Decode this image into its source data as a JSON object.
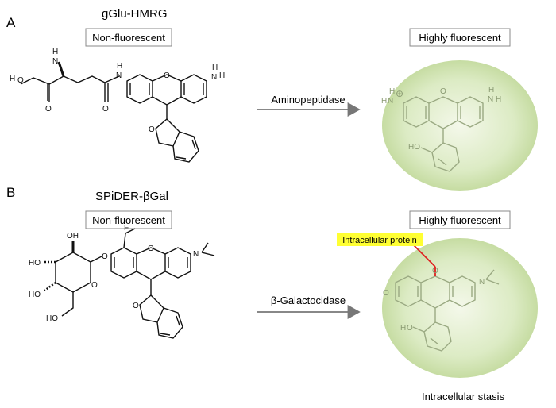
{
  "panels": [
    {
      "letter": "A",
      "probe_name": "gGlu-HMRG",
      "before_state": "Non-fluorescent",
      "after_state": "Highly fluorescent",
      "enzyme": "Aminopeptidase",
      "atoms": {
        "nh2_top": "H",
        "nh2_top_n": "N",
        "acid_h": "H",
        "acid_o": "O",
        "acid_o2": "O",
        "amide_o": "O",
        "amide_nh": "N",
        "amide_h": "H",
        "xanthene_o": "O",
        "spiro_o": "O",
        "right_n": "N",
        "right_h": "H",
        "right_h2": "H"
      },
      "product_atoms": {
        "n_plus": "N",
        "h_top": "H",
        "h_bottom": "H",
        "plus": "⊕",
        "xanthene_o": "O",
        "right_n": "N",
        "right_h": "H",
        "right_h2": "H",
        "ho": "HO"
      }
    },
    {
      "letter": "B",
      "probe_name": "SPiDER-βGal",
      "before_state": "Non-fluorescent",
      "after_state": "Highly fluorescent",
      "enzyme": "β-Galactocidase",
      "label_protein": "Intracellular protein",
      "caption": "Intracellular stasis",
      "atoms": {
        "f": "F",
        "ho1": "HO",
        "ho2": "HO",
        "ho3": "HO",
        "oh": "OH",
        "ring_o": "O",
        "glyco_o": "O",
        "xanthene_o": "O",
        "spiro_o": "O",
        "n": "N"
      },
      "product_atoms": {
        "o_left": "O",
        "xanthene_o": "O",
        "n": "N",
        "h": "H",
        "o_ho": "O"
      }
    }
  ],
  "colors": {
    "arrow": "#777777",
    "highlight": "#ffff33",
    "link": "#e02020",
    "product_bond": "#9aa982",
    "glow_center": "#f2f6e4",
    "glow_edge": "#c9dea6"
  }
}
